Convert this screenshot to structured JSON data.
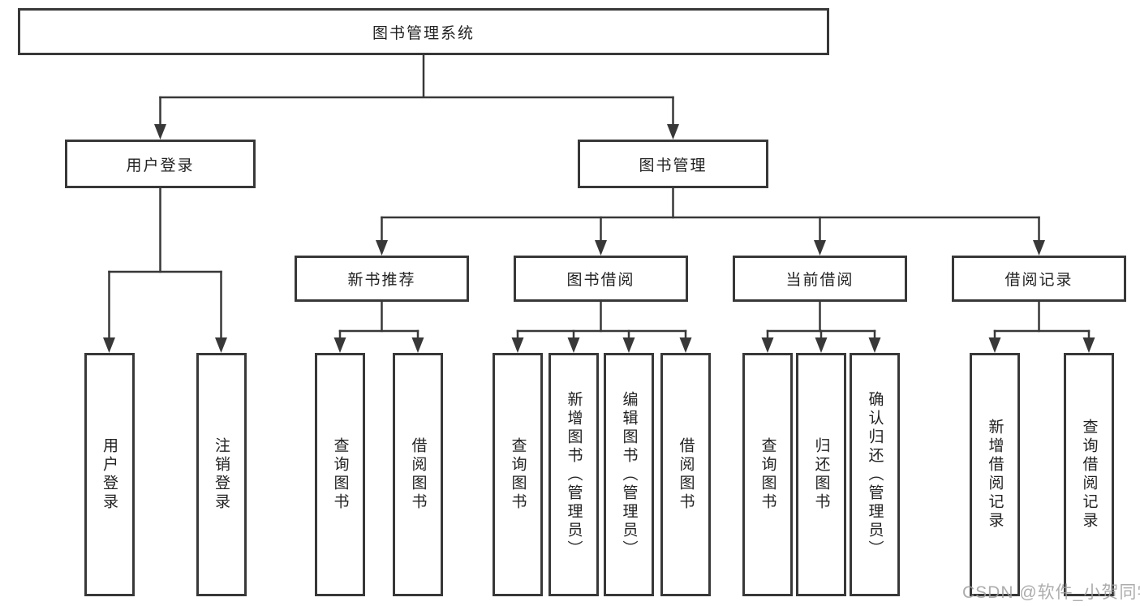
{
  "nodes": {
    "root": "图书管理系统",
    "user_login": "用户登录",
    "book_mgmt": "图书管理",
    "new_book_rec": "新书推荐",
    "book_borrow": "图书借阅",
    "current_borrow": "当前借阅",
    "borrow_records": "借阅记录",
    "ul_user_login": "用户登录",
    "ul_logout": "注销登录",
    "nr_query_book": "查询图书",
    "nr_borrow_book": "借阅图书",
    "bb_query_book": "查询图书",
    "bb_add_book": "新增图书（管理员）",
    "bb_edit_book": "编辑图书（管理员）",
    "bb_borrow_book": "借阅图书",
    "cb_query_book": "查询图书",
    "cb_return_book": "归还图书",
    "cb_confirm_return": "确认归还（管理员）",
    "br_add_record": "新增借阅记录",
    "br_query_record": "查询借阅记录"
  },
  "watermark": "CSDN @软件_小贺同学",
  "colors": {
    "line": "#383838",
    "text": "#222222",
    "background": "#ffffff",
    "watermark": "#9e9e9e"
  }
}
